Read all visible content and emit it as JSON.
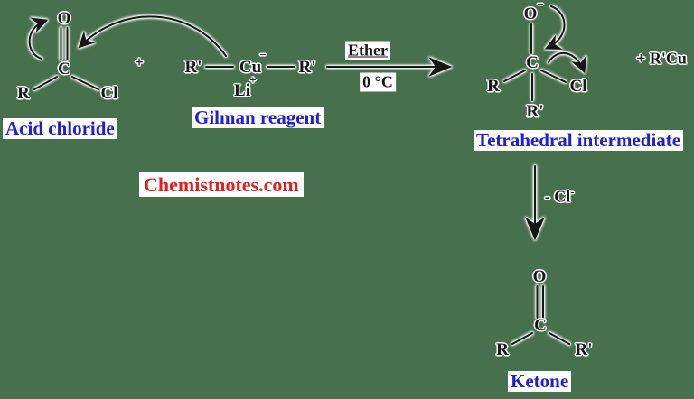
{
  "colors": {
    "background": "#47704d",
    "ink": "#161616",
    "label_blue": "#2121cc",
    "watermark_red": "#dd2222",
    "highlight": "#ffffff"
  },
  "scheme": {
    "acid_chloride": {
      "atoms": {
        "o": "O",
        "c": "C",
        "r": "R",
        "cl": "Cl"
      },
      "label": "Acid chloride"
    },
    "plus_sign": "+",
    "gilman_reagent": {
      "atoms": {
        "r_left": "R'",
        "cu": "Cu",
        "cu_charge": "−",
        "li": "Li",
        "li_charge": "+",
        "r_right": "R'"
      },
      "label": "Gilman reagent"
    },
    "reaction_conditions": {
      "solvent": "Ether",
      "temperature": "0 °C"
    },
    "tetrahedral_intermediate": {
      "atoms": {
        "o_charge": "−",
        "o": "O",
        "c": "C",
        "r": "R",
        "cl": "Cl",
        "r_prime": "R'"
      },
      "label": "Tetrahedral intermediate"
    },
    "byproduct": "+ R'Cu",
    "elimination": {
      "text": "- Cl",
      "charge": "-"
    },
    "ketone": {
      "atoms": {
        "o": "O",
        "c": "C",
        "r": "R",
        "r_prime": "R'"
      },
      "label": "Ketone"
    }
  },
  "watermark": "Chemistnotes.com"
}
